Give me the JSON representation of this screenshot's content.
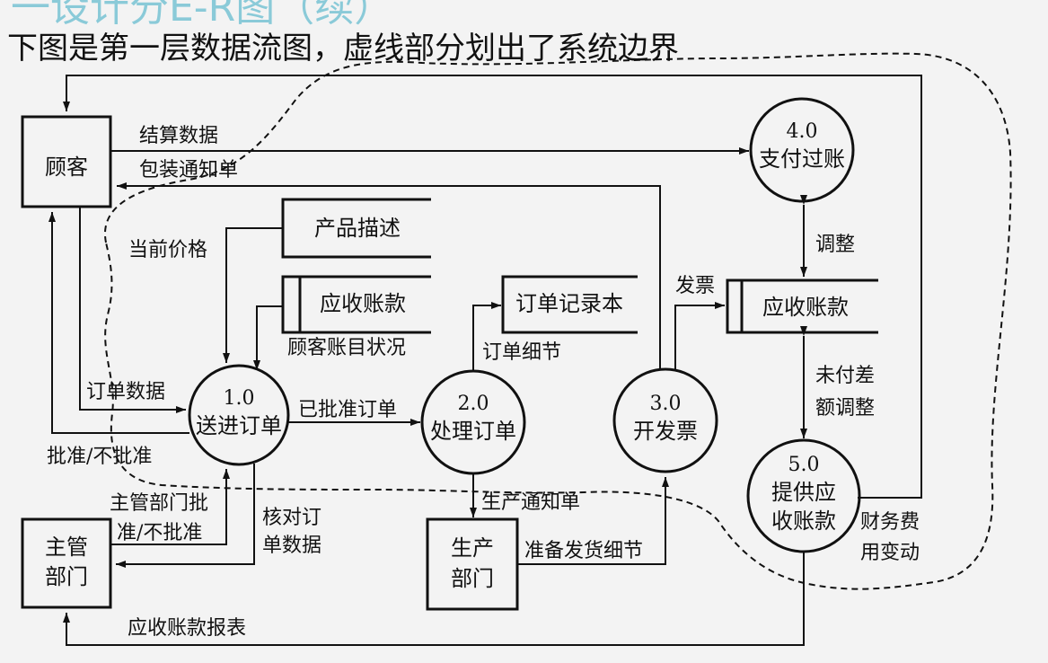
{
  "header": {
    "ghost_title": "一设计分E-R图（续）",
    "caption": "下图是第一层数据流图，虚线部分划出了系统边界"
  },
  "entities": {
    "customer": "顾客",
    "management": [
      "主管",
      "部门"
    ],
    "production": [
      "生产",
      "部门"
    ]
  },
  "processes": {
    "p1": {
      "num": "1.0",
      "name": "送进订单"
    },
    "p2": {
      "num": "2.0",
      "name": "处理订单"
    },
    "p3": {
      "num": "3.0",
      "name": "开发票"
    },
    "p4": {
      "num": "4.0",
      "name": "支付过账"
    },
    "p5": {
      "num": "5.0",
      "lines": [
        "提供应",
        "收账款"
      ]
    }
  },
  "stores": {
    "product_desc": "产品描述",
    "receivables_1": "应收账款",
    "order_log": "订单记录本",
    "receivables_2": "应收账款"
  },
  "flows": {
    "settlement": "结算数据",
    "packing": "包装通知单",
    "current_price": "当前价格",
    "account_status": "顾客账目状况",
    "order_data": "订单数据",
    "approved_order": "已批准订单",
    "order_detail": "订单细节",
    "invoice": "发票",
    "adjust": "调整",
    "unpaid_adjust": [
      "未付差",
      "额调整"
    ],
    "approve": "批准/不批准",
    "mgmt_approve": [
      "主管部门批",
      "准/不批准"
    ],
    "verify": [
      "核对订",
      "单数据"
    ],
    "production_notice": "生产通知单",
    "shipping_detail": "准备发货细节",
    "finance_change": [
      "财务费",
      "用变动"
    ],
    "receivable_report": "应收账款报表"
  }
}
